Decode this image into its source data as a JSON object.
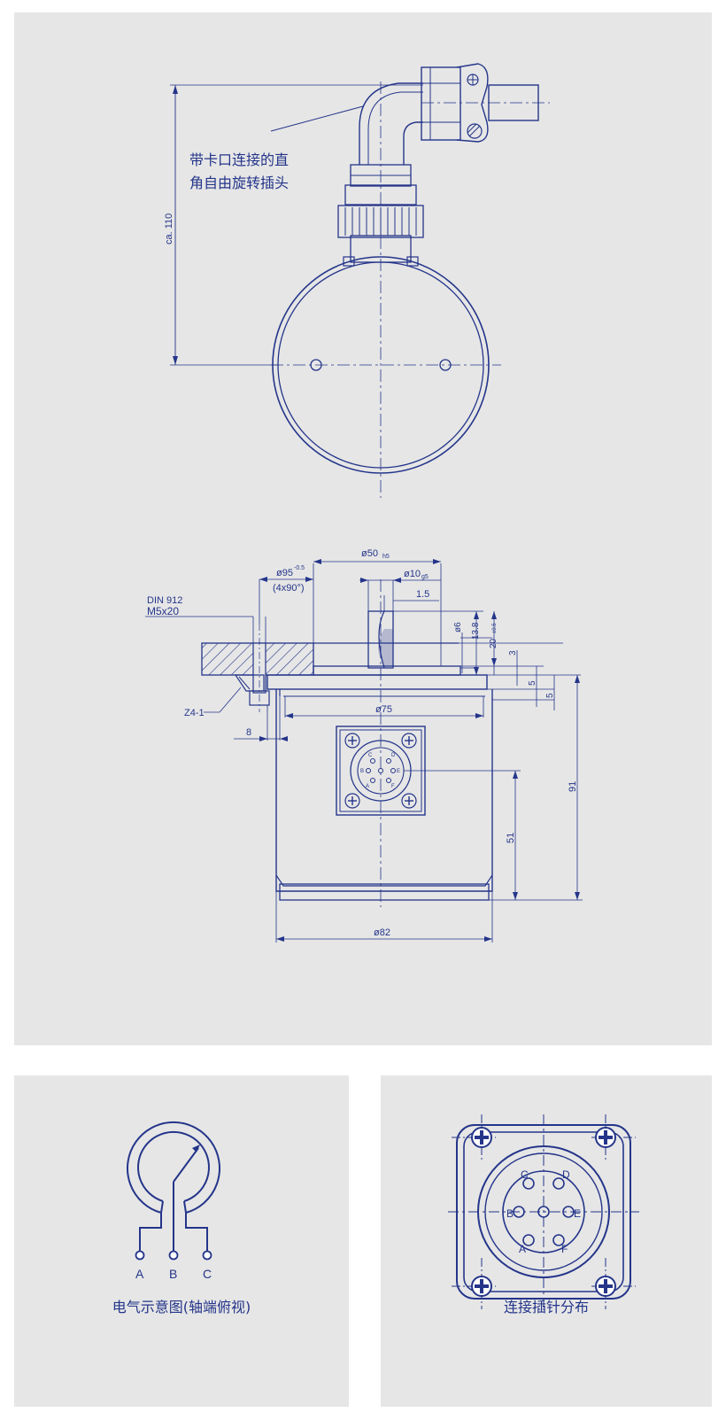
{
  "top_view": {
    "annotation_line1": "带卡口连接的直",
    "annotation_line2": "角自由旋转插头",
    "height_dim": "ca. 110"
  },
  "side_view": {
    "screw_line1": "DIN 912",
    "screw_line2": "M5x20",
    "d50": "ø50",
    "d50_tol": "h5",
    "d95": "ø95",
    "d95_tol": "-0.5",
    "d95_note": "(4x90°)",
    "d10": "ø10",
    "d10_tol": "g5",
    "dim_1_5": "1.5",
    "d6": "ø6",
    "dim_13_8": "13.8",
    "dim_20": "20",
    "dim_20_tol": "±0.5",
    "dim_3": "3",
    "dim_5a": "5",
    "dim_5b": "5",
    "z4": "Z4-1",
    "d75": "ø75",
    "dim_8": "8",
    "dim_51": "51",
    "dim_91": "91",
    "d82": "ø82",
    "small_pins": [
      "C",
      "D",
      "B",
      "E",
      "A",
      "F"
    ]
  },
  "electrical": {
    "caption": "电气示意图(轴端俯视)",
    "terminals": [
      "A",
      "B",
      "C"
    ]
  },
  "pinout": {
    "caption": "连接插针分布",
    "pins": [
      "C",
      "D",
      "B",
      "E",
      "A",
      "F"
    ]
  },
  "colors": {
    "line": "#24358a",
    "panel": "#e6e6e6"
  }
}
